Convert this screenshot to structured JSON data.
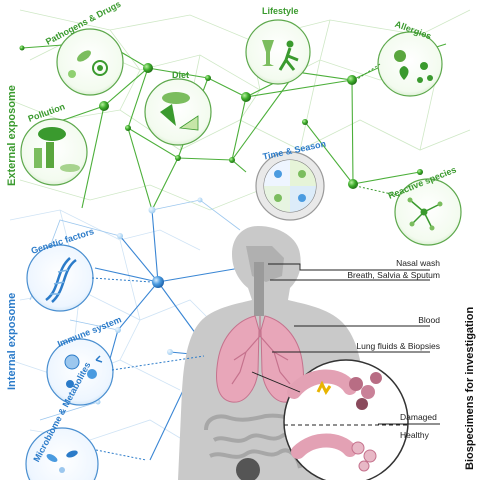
{
  "external_label": "External exposome",
  "internal_label": "Internal exposome",
  "biospecimens_label": "Biospecimens for investigation",
  "external_bubbles": [
    {
      "label": "Pathogens & Drugs"
    },
    {
      "label": "Lifestyle"
    },
    {
      "label": "Allergies"
    },
    {
      "label": "Diet"
    },
    {
      "label": "Pollution"
    },
    {
      "label": "Time & Season"
    },
    {
      "label": "Reactive species"
    }
  ],
  "internal_bubbles": [
    {
      "label": "Genetic factors"
    },
    {
      "label": "Immune system"
    },
    {
      "label": "Microbiome & Metabolites"
    }
  ],
  "specimens": [
    {
      "label": "Nasal wash"
    },
    {
      "label": "Breath, Salvia & Sputum"
    },
    {
      "label": "Blood"
    },
    {
      "label": "Lung fluids & Biopsies"
    }
  ],
  "lung_states": {
    "damaged": "Damaged",
    "healthy": "Healthy"
  },
  "colors": {
    "green": "#3a9a2e",
    "blue": "#2b7bc9",
    "pink": "#d98aa4",
    "body": "#c9c9c9"
  }
}
